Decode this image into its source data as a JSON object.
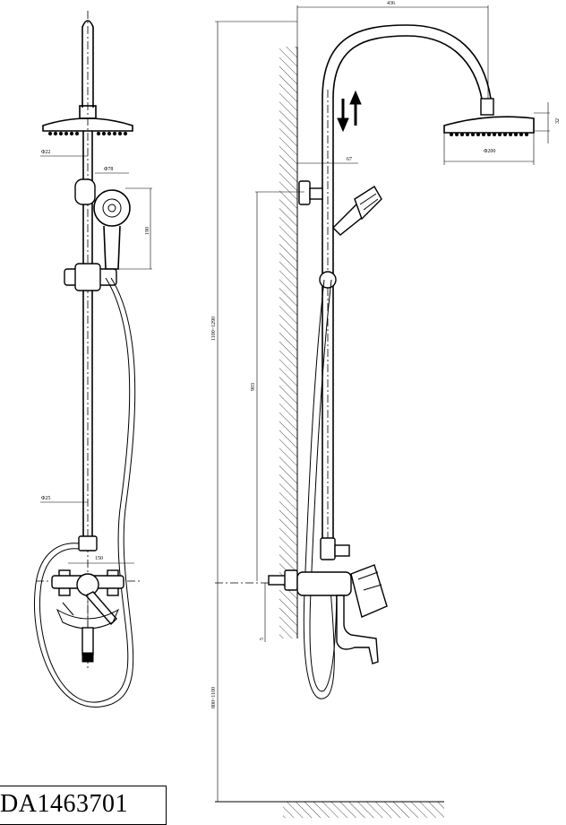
{
  "drawing": {
    "model_code": "DA1463701",
    "dimensions": {
      "arm_reach": "436",
      "head_height": "32",
      "head_diameter": "Φ200",
      "wall_offset": "67",
      "total_height": "1100~1290",
      "rail_height": "903",
      "mixer_height": "800~1100",
      "bottom_gap": "5",
      "pipe_dia_top": "Φ22",
      "pipe_dia_bottom": "Φ25",
      "hand_shower_dia": "Φ78",
      "holder_height": "190",
      "mixer_spacing": "150"
    },
    "indicators": {
      "adjust_arrows": "up-down-arrows-icon"
    },
    "colors": {
      "line": "#000000",
      "background": "#ffffff"
    }
  }
}
